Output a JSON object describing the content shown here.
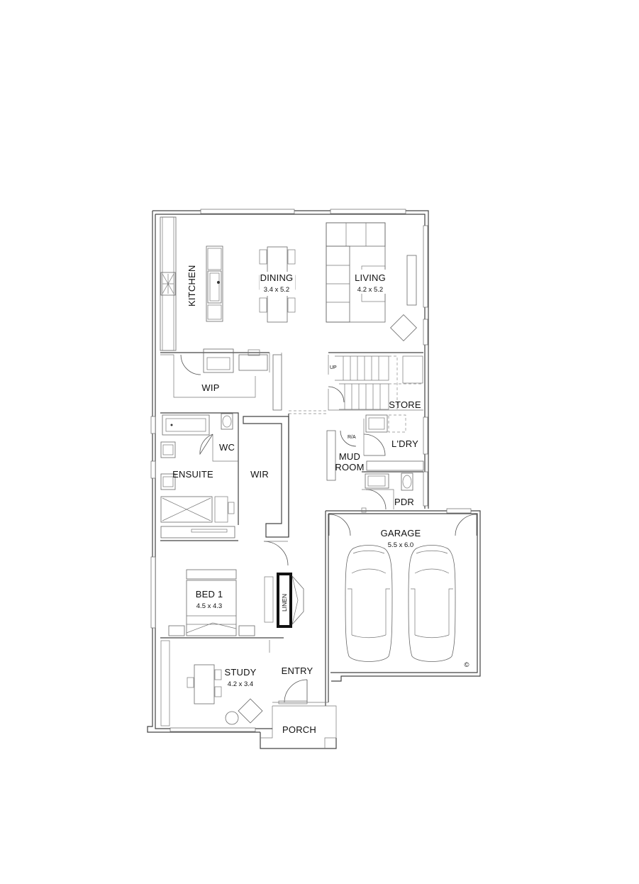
{
  "rooms": {
    "kitchen": "KITCHEN",
    "dining": "DINING",
    "dining_dim": "3.4 x 5.2",
    "living": "LIVING",
    "living_dim": "4.2 x 5.2",
    "wip": "WIP",
    "store": "STORE",
    "up": "UP",
    "wc": "WC",
    "ensuite": "ENSUITE",
    "wir": "WIR",
    "ra": "R/A",
    "mud_room_1": "MUD",
    "mud_room_2": "ROOM",
    "ldry": "L'DRY",
    "pdr": "PDR",
    "garage": "GARAGE",
    "garage_dim": "5.5 x 6.0",
    "bed1": "BED 1",
    "bed1_dim": "4.5 x 4.3",
    "linen": "LINEN",
    "study": "STUDY",
    "study_dim": "4.2 x 3.4",
    "entry": "ENTRY",
    "porch": "PORCH",
    "copyright": "©"
  },
  "colors": {
    "wall": "#444444",
    "linen_block": "#111111",
    "background": "#ffffff"
  }
}
